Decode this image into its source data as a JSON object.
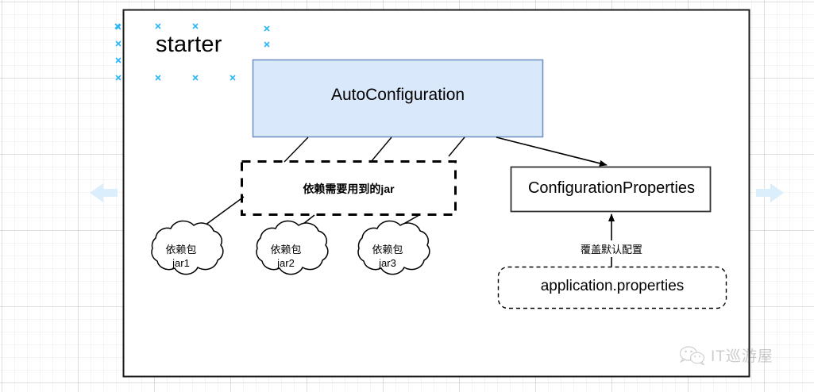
{
  "diagram": {
    "frame_title": "starter",
    "main_box": {
      "label": "AutoConfiguration",
      "fill_color": "#dae8fc",
      "stroke_color": "#6c8ebf"
    },
    "jar_box": {
      "label": "依赖需要用到的jar",
      "style": "dashed"
    },
    "clouds": [
      {
        "line1": "依赖包",
        "line2": "jar1"
      },
      {
        "line1": "依赖包",
        "line2": "jar2"
      },
      {
        "line1": "依赖包",
        "line2": "jar3"
      }
    ],
    "config_properties_box": {
      "label": "ConfigurationProperties"
    },
    "application_properties_box": {
      "label": "application.properties",
      "style": "dashed-rounded"
    },
    "edge_labels": {
      "override": "覆盖默认配置"
    },
    "colors": {
      "box_fill": "#dae8fc",
      "box_stroke": "#6c8ebf",
      "line": "#000000",
      "frame": "#000000",
      "handle_marker": "#29b6f6",
      "scroll_arrow": "#dbeefb",
      "grid": "#e8e8e8"
    }
  },
  "watermark": {
    "icon": "wechat-icon",
    "text": "IT巡游屋"
  },
  "nav": {
    "prev_arrow_icon": "arrow-left-icon",
    "next_arrow_icon": "arrow-right-icon"
  },
  "selection_handles_icon": "x-handle-icon"
}
